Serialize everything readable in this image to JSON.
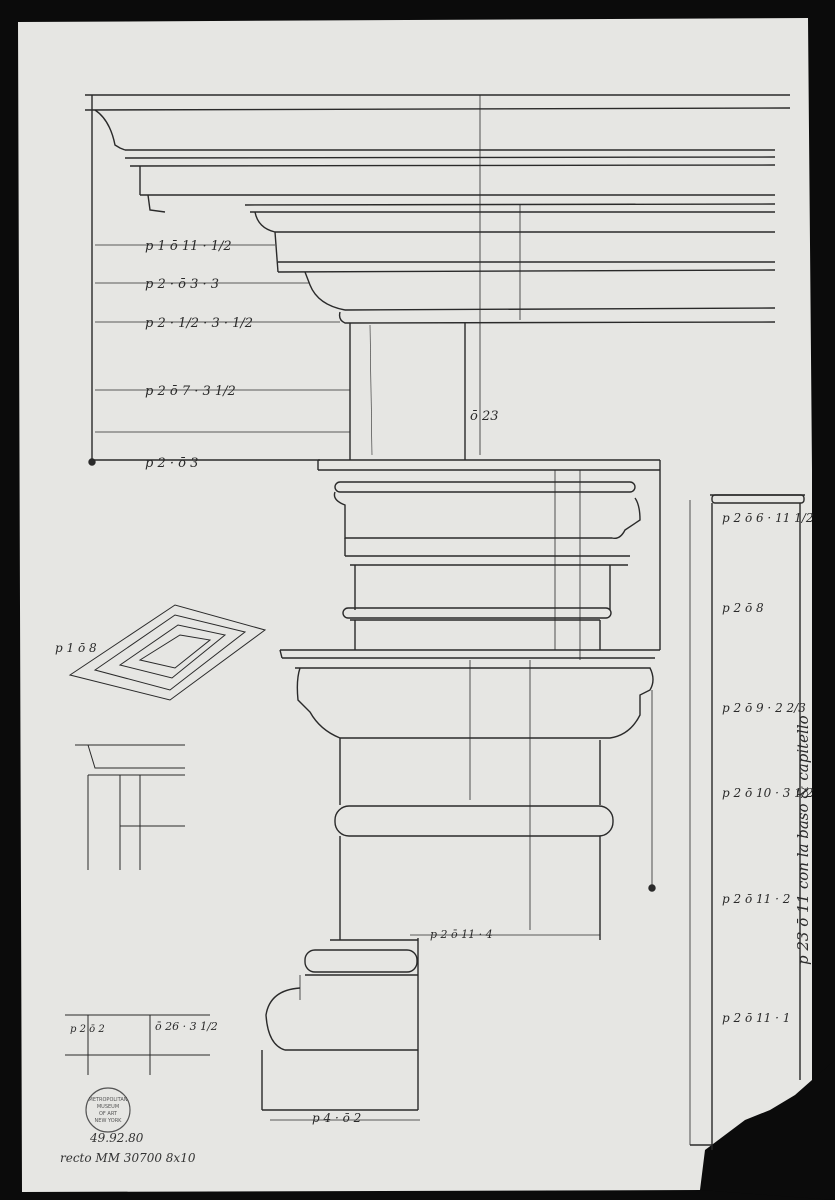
{
  "labels": {
    "top_dims": [
      "p 1 ō 11 · 1/2",
      "p 2 · ō 3 · 3",
      "p 2 · 1/2 · 3 · 1/2",
      "p 2 ō 7 · 3 1/2",
      "p 2 · ō 3",
      "ō 23"
    ],
    "side_dims": [
      "p 2 ō 6 · 11 1/2",
      "p 2 ō 8",
      "p 2 ō 9 · 2 2/3",
      "p 2 ō 10 · 3 1/2",
      "p 2 ō 11 · 2",
      "p 2 ō 11 · 1"
    ],
    "note_vertical": "p 23 ō 11 con la baso & capitello",
    "small_dims": [
      "p 1 ō 8",
      "p 2 ō 2",
      "ō 26 · 3 1/2",
      "p 2 ō 11 · 4",
      "p 4 · ō 2"
    ]
  },
  "stamp": {
    "lines": [
      "METROPOLITAN",
      "MUSEUM",
      "OF ART",
      "NEW YORK"
    ]
  },
  "accession": "49.92.80",
  "caption": "recto  MM 30700 8x10",
  "colors": {
    "paper": "#e6e6e3",
    "ink": "#2a2a2a",
    "mount": "#0b0b0b"
  }
}
